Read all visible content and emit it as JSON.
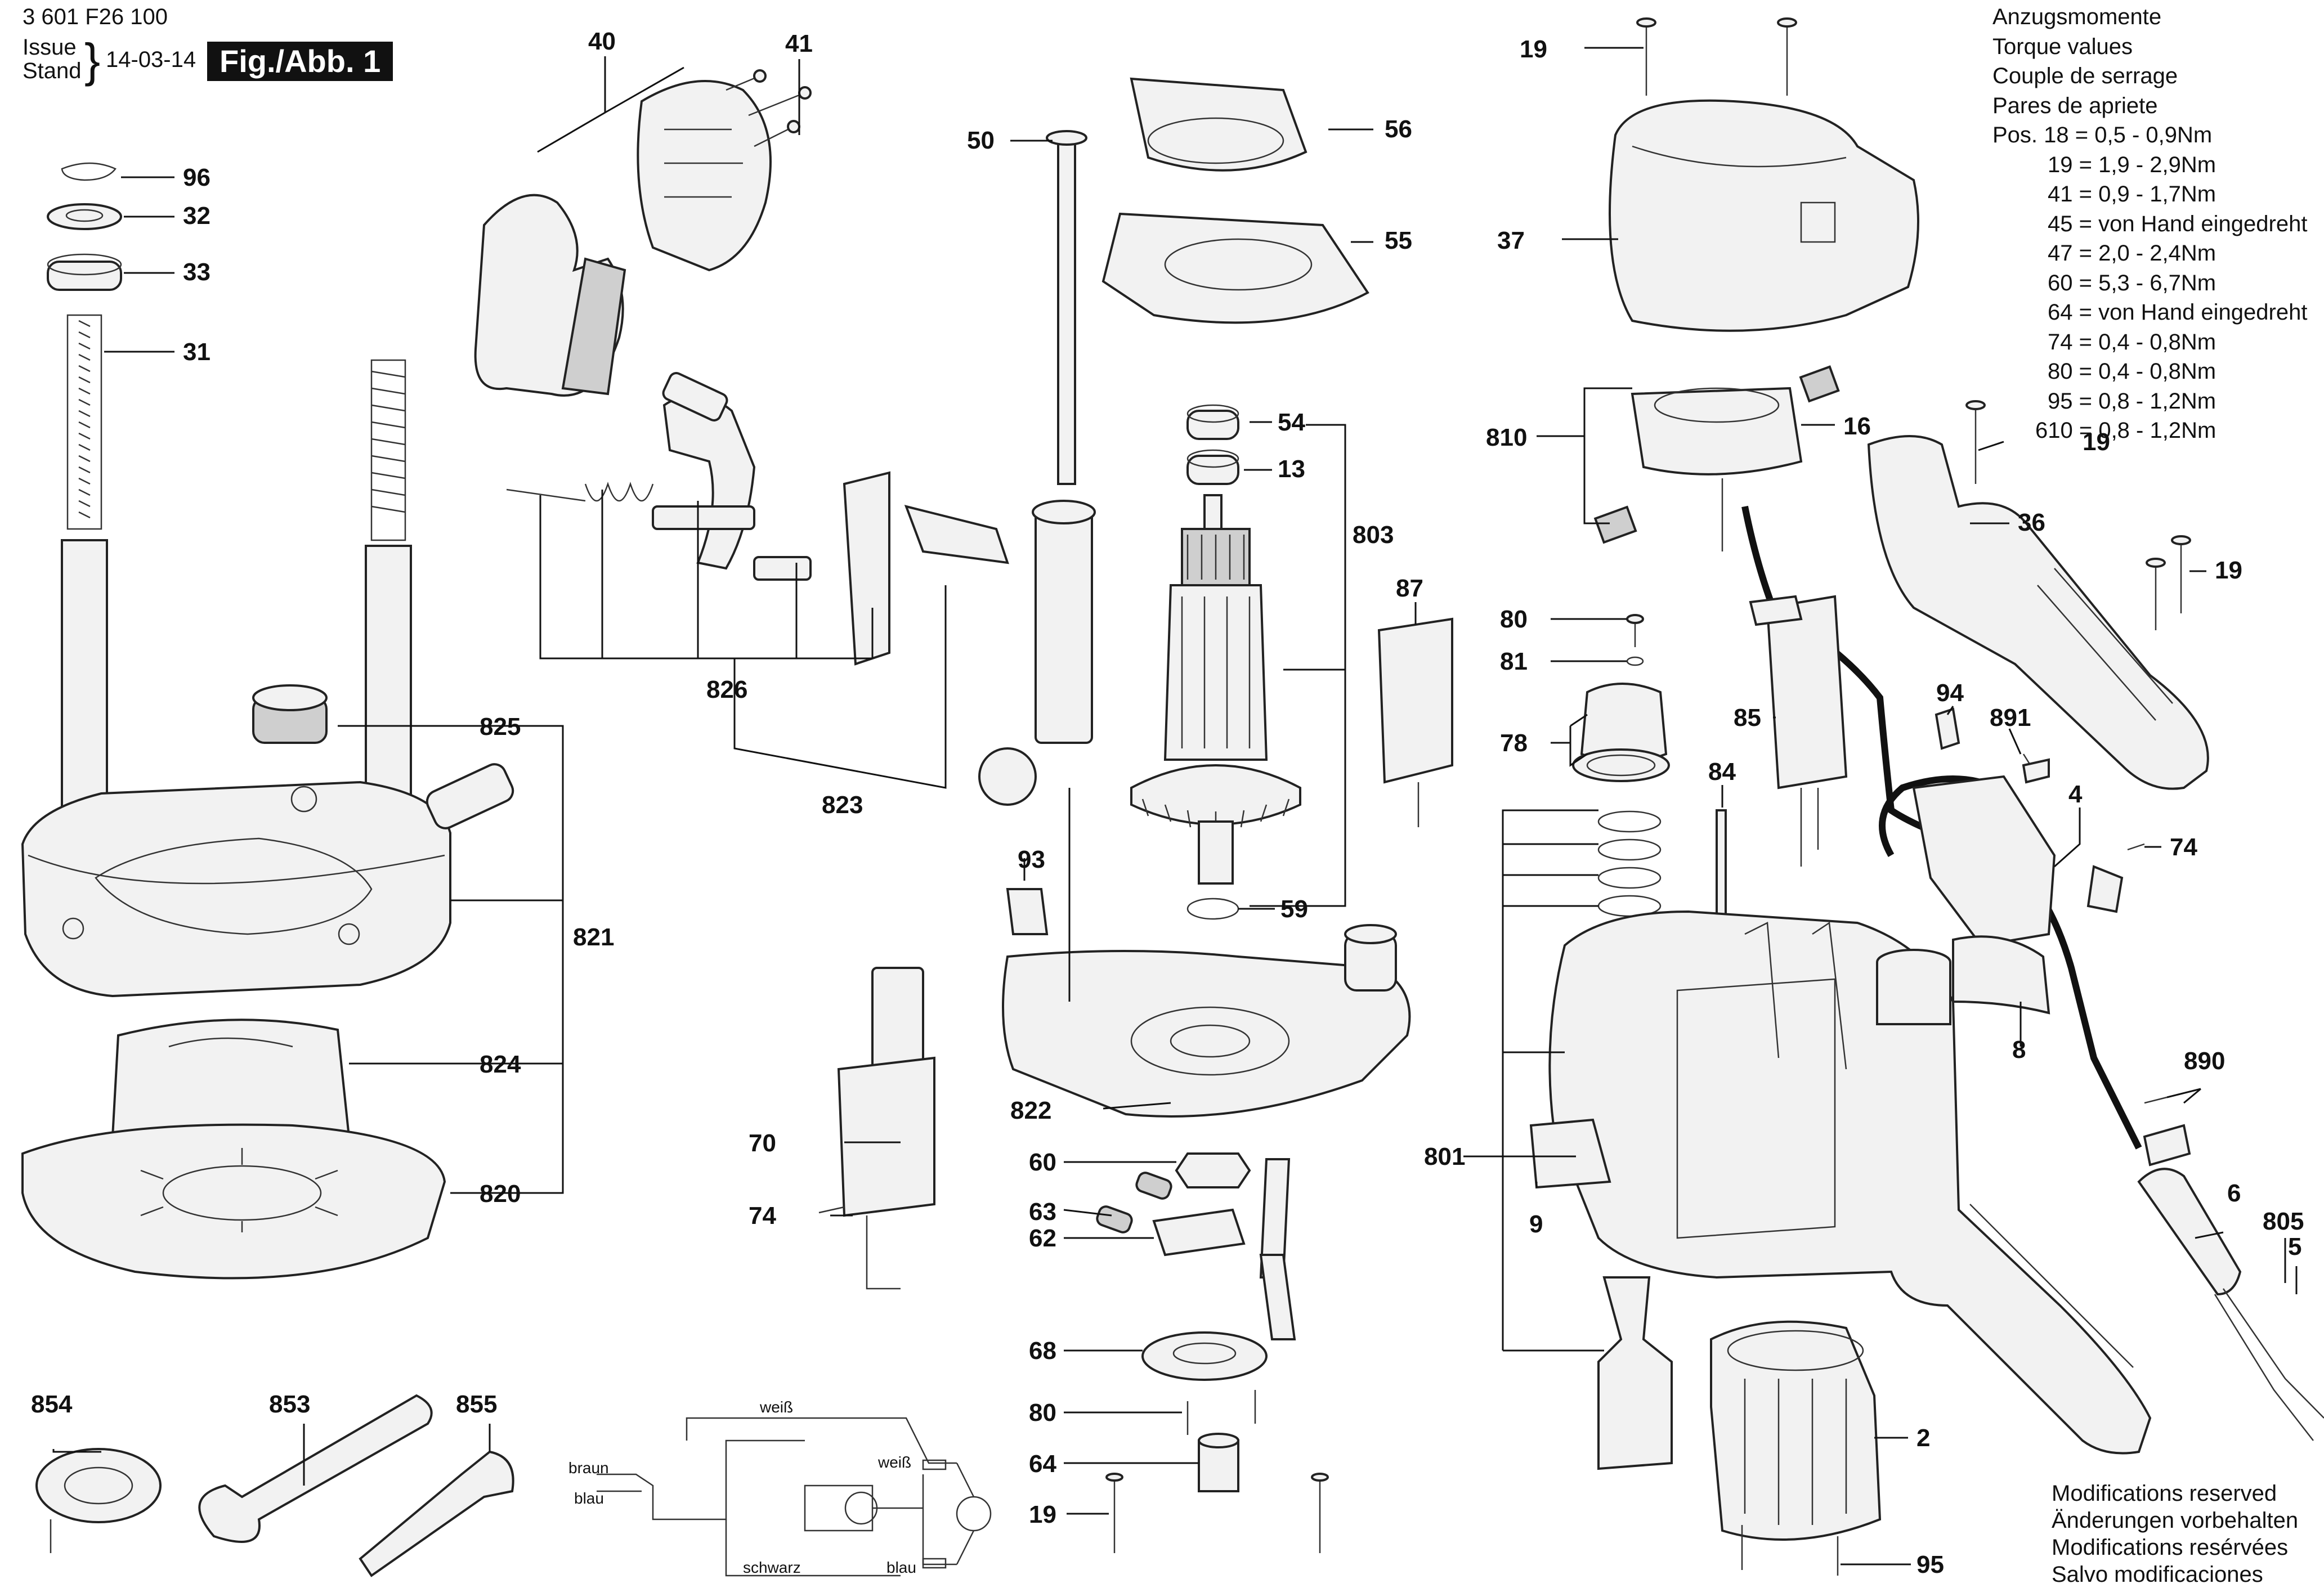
{
  "header": {
    "doc_number": "3 601 F26 100",
    "issue_label": "Issue",
    "stand_label": "Stand",
    "date": "14-03-14",
    "fig_label": "Fig./Abb. 1"
  },
  "torque": {
    "heading_de": "Anzugsmomente",
    "heading_en": "Torque values",
    "heading_fr": "Couple de serrage",
    "heading_es": "Pares de apriete",
    "first_row": "Pos. 18 = 0,5 - 0,9Nm",
    "rows": [
      "19 = 1,9 - 2,9Nm",
      "41 = 0,9 - 1,7Nm",
      "45 = von Hand eingedreht",
      "47 = 2,0 - 2,4Nm",
      "60 = 5,3 - 6,7Nm",
      "64 = von Hand eingedreht",
      "74 = 0,4 - 0,8Nm",
      "80 = 0,4 - 0,8Nm",
      "95 = 0,8 - 1,2Nm",
      "610 = 0,8 - 1,2Nm"
    ]
  },
  "modifications": [
    "Modifications reserved",
    "Änderungen vorbehalten",
    "Modifications resérvées",
    "Salvo modificaciones"
  ],
  "wiring": {
    "braun": "braun",
    "blau": "blau",
    "weiss_top": "weiß",
    "weiss_right": "weiß",
    "schwarz": "schwarz",
    "blau_bottom": "blau"
  },
  "labels": {
    "p96": "96",
    "p32": "32",
    "p33": "33",
    "p31": "31",
    "p40": "40",
    "p41": "41",
    "p50": "50",
    "p56": "56",
    "p55": "55",
    "p54": "54",
    "p13": "13",
    "p803": "803",
    "p87": "87",
    "p826": "826",
    "p823": "823",
    "p825": "825",
    "p821": "821",
    "p824": "824",
    "p820": "820",
    "p93": "93",
    "p59": "59",
    "p822": "822",
    "p70": "70",
    "p74a": "74",
    "p60": "60",
    "p63": "63",
    "p62": "62",
    "p68": "68",
    "p80b": "80",
    "p64": "64",
    "p19b": "19",
    "p854": "854",
    "p853": "853",
    "p855": "855",
    "p19a": "19",
    "p37": "37",
    "p810": "810",
    "p16": "16",
    "p19c": "19",
    "p36": "36",
    "p19d": "19",
    "p80a": "80",
    "p81": "81",
    "p78": "78",
    "p85": "85",
    "p84": "84",
    "p94": "94",
    "p891": "891",
    "p4": "4",
    "p74b": "74",
    "p8": "8",
    "p890": "890",
    "p801": "801",
    "p9": "9",
    "p6": "6",
    "p805": "805",
    "p5": "5",
    "p2": "2",
    "p95": "95"
  }
}
